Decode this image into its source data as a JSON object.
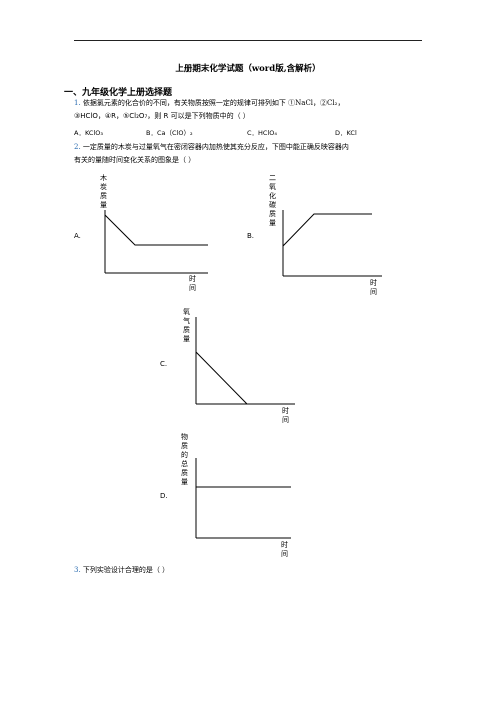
{
  "doc": {
    "title": "上册期末化学试题（word版,含解析）",
    "section": "一、九年级化学上册选择题"
  },
  "q1": {
    "num": "1.",
    "line1": "依据氯元素的化合价的不同，有关物质按照一定的规律可排列如下 ①NaCl，②Cl₂，",
    "line2": "③HClO，④R，⑤Cl₂O₇，则 R 可以是下列物质中的（    ）",
    "options": [
      "A．KClO₃",
      "B．Ca（ClO）₂",
      "C．HClO₄",
      "D．KCl"
    ]
  },
  "q2": {
    "num": "2.",
    "line1": "一定质量的木炭与过量氧气在密闭容器内加热使其充分反应，下图中能正确反映容器内",
    "line2": "有关的量随时间变化关系的图象是（        ）",
    "labels": [
      "A.",
      "B.",
      "C.",
      "D."
    ],
    "graphs": [
      {
        "ylabel": [
          "木",
          "炭",
          "质",
          "量"
        ],
        "xlabel": [
          "时",
          "间"
        ]
      },
      {
        "ylabel": [
          "二",
          "氧",
          "化",
          "碳",
          "质",
          "量"
        ],
        "xlabel": [
          "时",
          "间"
        ]
      },
      {
        "ylabel": [
          "氧",
          "气",
          "质",
          "量"
        ],
        "xlabel": [
          "时",
          "间"
        ]
      },
      {
        "ylabel": [
          "物",
          "质",
          "的",
          "总",
          "质",
          "量"
        ],
        "xlabel": [
          "时",
          "间"
        ]
      }
    ]
  },
  "q3": {
    "num": "3.",
    "text": "下列实验设计合理的是（        ）"
  }
}
